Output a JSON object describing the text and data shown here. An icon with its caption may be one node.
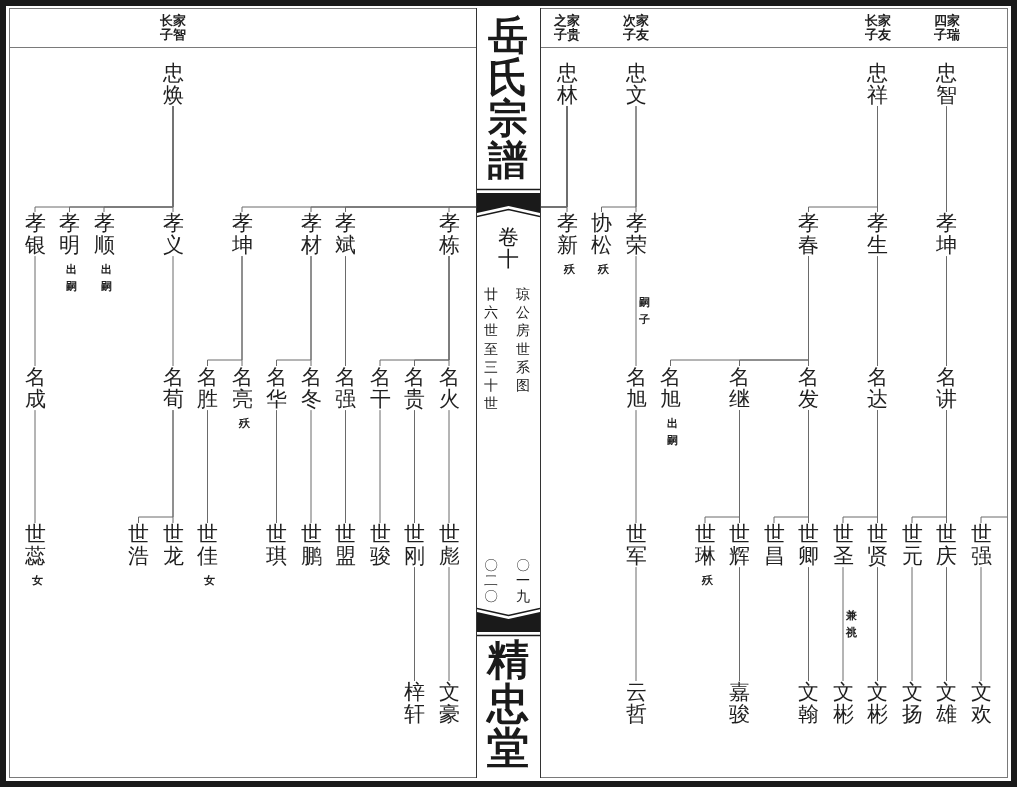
{
  "diagram": {
    "title": "岳氏宗譜",
    "nodes": [
      {
        "text": [
          "忠焕"
        ],
        "beside": [
          "家智长子"
        ]
      },
      {
        "text": [
          "忠林"
        ],
        "beside": [
          "家贵之子"
        ]
      },
      {
        "text": [
          "忠文"
        ],
        "beside": [
          "家友次子"
        ]
      },
      {
        "text": [
          "忠祥"
        ],
        "beside": [
          "家友长子"
        ]
      },
      {
        "text": [
          "忠智"
        ],
        "beside": [
          "家瑞四子"
        ]
      },
      {
        "text": [
          "孝银"
        ]
      },
      {
        "text": [
          "孝明"
        ],
        "beside": [
          "出嗣"
        ]
      },
      {
        "text": [
          "孝顺"
        ],
        "beside": [
          "出嗣"
        ]
      },
      {
        "text": [
          "孝义"
        ]
      },
      {
        "text": [
          "孝坤"
        ]
      },
      {
        "text": [
          "孝材"
        ]
      },
      {
        "text": [
          "孝斌"
        ]
      },
      {
        "text": [
          "孝栋"
        ]
      },
      {
        "text": [
          "孝新"
        ],
        "beside": [
          "殀"
        ]
      },
      {
        "text": [
          "协松"
        ],
        "beside": [
          "殀"
        ]
      },
      {
        "text": [
          "孝荣"
        ]
      },
      {
        "text": [
          "孝春"
        ]
      },
      {
        "text": [
          "孝生"
        ]
      },
      {
        "text": [
          "孝坤"
        ]
      },
      {
        "text": [
          "名成"
        ]
      },
      {
        "text": [
          "名荀"
        ]
      },
      {
        "text": [
          "名胜"
        ]
      },
      {
        "text": [
          "名亮"
        ],
        "beside": [
          "殀"
        ]
      },
      {
        "text": [
          "名华"
        ]
      },
      {
        "text": [
          "名冬"
        ]
      },
      {
        "text": [
          "名强"
        ]
      },
      {
        "text": [
          "名干"
        ]
      },
      {
        "text": [
          "名贵"
        ]
      },
      {
        "text": [
          "名火"
        ]
      },
      {
        "text": [
          "名旭"
        ]
      },
      {
        "text": [
          "名旭"
        ],
        "beside": [
          "出嗣"
        ]
      },
      {
        "text": [
          "名继"
        ]
      },
      {
        "text": [
          "名发"
        ]
      },
      {
        "text": [
          "名达"
        ]
      },
      {
        "text": [
          "名讲"
        ]
      },
      {
        "text": [
          "世蕊"
        ],
        "beside": [
          "女"
        ]
      },
      {
        "text": [
          "世浩"
        ]
      },
      {
        "text": [
          "世龙"
        ]
      },
      {
        "text": [
          "世佳"
        ],
        "beside": [
          "女"
        ]
      },
      {
        "text": [
          "世琪"
        ]
      },
      {
        "text": [
          "世鹏"
        ]
      },
      {
        "text": [
          "世盟"
        ]
      },
      {
        "text": [
          "世骏"
        ]
      },
      {
        "text": [
          "世刚"
        ]
      },
      {
        "text": [
          "世彪"
        ]
      },
      {
        "text": [
          "世军"
        ]
      },
      {
        "text": [
          "世琳"
        ],
        "beside": [
          "殀"
        ]
      },
      {
        "text": [
          "世辉"
        ]
      },
      {
        "text": [
          "世昌"
        ]
      },
      {
        "text": [
          "世卿"
        ]
      },
      {
        "text": [
          "世圣"
        ]
      },
      {
        "text": [
          "世贤"
        ]
      },
      {
        "text": [
          "世元"
        ]
      },
      {
        "text": [
          "世庆"
        ]
      },
      {
        "text": [
          "世强"
        ]
      },
      {
        "text": [
          "梓轩"
        ]
      },
      {
        "text": [
          "文豪"
        ]
      },
      {
        "text": [
          "云哲"
        ]
      },
      {
        "text": [
          "嘉骏"
        ]
      },
      {
        "text": [
          "文翰"
        ]
      },
      {
        "text": [
          "文彬"
        ]
      },
      {
        "text": [
          "文彬"
        ]
      },
      {
        "text": [
          "文扬"
        ]
      },
      {
        "text": [
          "文雄"
        ]
      },
      {
        "text": [
          "文欢"
        ]
      }
    ],
    "edges": [
      {
        "from": 0,
        "to": 5,
        "arrow": "none"
      },
      {
        "from": 0,
        "to": 6,
        "arrow": "none"
      },
      {
        "from": 0,
        "to": 7,
        "arrow": "none"
      },
      {
        "from": 0,
        "to": 8,
        "arrow": "none"
      },
      {
        "from": 1,
        "to": 9,
        "arrow": "none"
      },
      {
        "from": 1,
        "to": 10,
        "arrow": "none"
      },
      {
        "from": 1,
        "to": 11,
        "arrow": "none"
      },
      {
        "from": 1,
        "to": 12,
        "arrow": "none"
      },
      {
        "from": 1,
        "to": 13,
        "arrow": "none"
      },
      {
        "from": 2,
        "to": 14,
        "arrow": "none"
      },
      {
        "from": 2,
        "to": 15,
        "arrow": "none"
      },
      {
        "from": 3,
        "to": 16,
        "arrow": "none"
      },
      {
        "from": 3,
        "to": 17,
        "arrow": "none"
      },
      {
        "from": 4,
        "to": 18,
        "arrow": "none"
      },
      {
        "from": 5,
        "to": 19,
        "arrow": "none"
      },
      {
        "from": 8,
        "to": 20,
        "arrow": "none"
      },
      {
        "from": 9,
        "to": 21,
        "arrow": "none"
      },
      {
        "from": 9,
        "to": 22,
        "arrow": "none"
      },
      {
        "from": 10,
        "to": 23,
        "arrow": "none"
      },
      {
        "from": 10,
        "to": 24,
        "arrow": "none"
      },
      {
        "from": 11,
        "to": 25,
        "arrow": "none"
      },
      {
        "from": 12,
        "to": 26,
        "arrow": "none"
      },
      {
        "from": 12,
        "to": 27,
        "arrow": "none"
      },
      {
        "from": 12,
        "to": 28,
        "arrow": "none"
      },
      {
        "from": 15,
        "to": 29,
        "arrow": "none",
        "label": "嗣子"
      },
      {
        "from": 16,
        "to": 30,
        "arrow": "none"
      },
      {
        "from": 16,
        "to": 31,
        "arrow": "none"
      },
      {
        "from": 16,
        "to": 32,
        "arrow": "none"
      },
      {
        "from": 17,
        "to": 33,
        "arrow": "none"
      },
      {
        "from": 18,
        "to": 34,
        "arrow": "none"
      },
      {
        "from": 19,
        "to": 35,
        "arrow": "none"
      },
      {
        "from": 20,
        "to": 36,
        "arrow": "none"
      },
      {
        "from": 20,
        "to": 37,
        "arrow": "none"
      },
      {
        "from": 21,
        "to": 38,
        "arrow": "none"
      },
      {
        "from": 23,
        "to": 39,
        "arrow": "none"
      },
      {
        "from": 24,
        "to": 40,
        "arrow": "none"
      },
      {
        "from": 25,
        "to": 41,
        "arrow": "none"
      },
      {
        "from": 26,
        "to": 42,
        "arrow": "none"
      },
      {
        "from": 27,
        "to": 43,
        "arrow": "none"
      },
      {
        "from": 28,
        "to": 44,
        "arrow": "none"
      },
      {
        "from": 29,
        "to": 45,
        "arrow": "none"
      },
      {
        "from": 31,
        "to": 46,
        "arrow": "none"
      },
      {
        "from": 31,
        "to": 47,
        "arrow": "none"
      },
      {
        "from": 32,
        "to": 48,
        "arrow": "none"
      },
      {
        "from": 32,
        "to": 49,
        "arrow": "none"
      },
      {
        "from": 33,
        "to": 50,
        "arrow": "none"
      },
      {
        "from": 33,
        "to": 51,
        "arrow": "none"
      },
      {
        "from": 34,
        "to": 52,
        "arrow": "none"
      },
      {
        "from": 34,
        "to": 53,
        "arrow": "none"
      },
      {
        "from": null,
        "to": 54,
        "arrow": "none"
      },
      {
        "from": 43,
        "to": 55,
        "arrow": "none"
      },
      {
        "from": 44,
        "to": 56,
        "arrow": "none"
      },
      {
        "from": 45,
        "to": 57,
        "arrow": "none"
      },
      {
        "from": 47,
        "to": 58,
        "arrow": "none"
      },
      {
        "from": 49,
        "to": 59,
        "arrow": "none"
      },
      {
        "from": 50,
        "to": 60,
        "arrow": "none",
        "label": "兼祧"
      },
      {
        "from": 51,
        "to": 61,
        "arrow": "none"
      },
      {
        "from": 52,
        "to": 62,
        "arrow": "none"
      },
      {
        "from": 53,
        "to": 63,
        "arrow": "none"
      },
      {
        "from": 54,
        "to": 64,
        "arrow": "none"
      }
    ],
    "labels": [
      "卷十",
      "琼公房世系图",
      "廿六世至三十世",
      "〇一九",
      "〇二〇",
      "精忠堂"
    ]
  }
}
